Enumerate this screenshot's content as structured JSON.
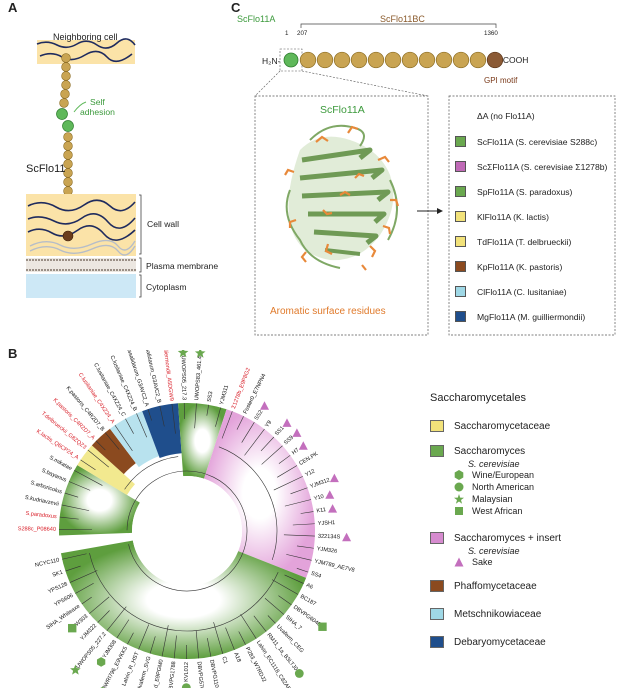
{
  "panels": {
    "a": "A",
    "b": "B",
    "c": "C"
  },
  "panel_a": {
    "neighboring_cell": "Neighboring cell",
    "self_adhesion_1": "Self",
    "self_adhesion_2": "adhesion",
    "protein": "ScFlo11",
    "cell_wall": "Cell wall",
    "plasma_membrane": "Plasma membrane",
    "cytoplasm": "Cytoplasm"
  },
  "panel_c": {
    "domain_a": "ScFlo11A",
    "domain_bc": "ScFlo11BC",
    "pos_1": "1",
    "pos_207": "207",
    "pos_1360": "1360",
    "n_term": "H₂N-",
    "c_term": "-COOH",
    "gpi": "GPI motif",
    "structure_title": "ScFlo11A",
    "aromatic": "Aromatic surface residues",
    "constructs": [
      {
        "label": "ΔA  (no Flo11A)",
        "color": ""
      },
      {
        "label": "ScFlo11A (S. cerevisiae S288c)",
        "color": "#6aa84f"
      },
      {
        "label": "ScΣFlo11A (S. cerevisiae Σ1278b)",
        "color": "#c06ab7"
      },
      {
        "label": "SpFlo11A (S. paradoxus)",
        "color": "#6aa84f"
      },
      {
        "label": "KlFlo11A (K. lactis)",
        "color": "#f2e27a"
      },
      {
        "label": "TdFlo11A (T. delbrueckii)",
        "color": "#f2e27a"
      },
      {
        "label": "KpFlo11A (K. pastoris)",
        "color": "#8b4a1f"
      },
      {
        "label": "ClFlo11A (C. lusitaniae)",
        "color": "#9fd8e6"
      },
      {
        "label": "MgFlo11A (M. guilliermondii)",
        "color": "#1f4e8c"
      }
    ]
  },
  "panel_b": {
    "order": "Saccharomycetales",
    "families": [
      {
        "label": "Saccharomycetaceae",
        "color": "#f2e27a"
      },
      {
        "label": "Saccharomyces",
        "color": "#6aa84f"
      },
      {
        "label": "Saccharomyces + insert",
        "color": "#d68bcf"
      },
      {
        "label": "Phaffomycetaceae",
        "color": "#8b4a1f"
      },
      {
        "label": "Metschnikowiaceae",
        "color": "#9fd8e6"
      },
      {
        "label": "Debaryomycetaceae",
        "color": "#1f4e8c"
      }
    ],
    "sc_subtitle": "S. cerevisiae",
    "subgroups": [
      "Wine/European",
      "North American",
      "Malaysian",
      "West African"
    ],
    "insert_subtitle": "S. cerevisiae",
    "insert_sub": "Sake",
    "leaves": [
      {
        "label": "S288c_P08640",
        "red": true
      },
      {
        "label": "S.paradoxus",
        "red": true
      },
      {
        "label": "S.kudriavzevii",
        "red": false
      },
      {
        "label": "S.arboricolus",
        "red": false
      },
      {
        "label": "S.bayanus",
        "red": false
      },
      {
        "label": "S.mikatae",
        "red": false
      },
      {
        "label": "K.lactis_Q6CP24_A",
        "red": true
      },
      {
        "label": "T.delbrueckii_G8ZQZ3",
        "red": true
      },
      {
        "label": "K.pastoris_C4R2D7_A",
        "red": true
      },
      {
        "label": "K.pastoris_C4R2D7_B",
        "red": false
      },
      {
        "label": "C.lusitaniae_C4XZ24_A",
        "red": true
      },
      {
        "label": "C.lusitaniae_C4XZ24_C",
        "red": false
      },
      {
        "label": "C.lusitaniae_C4XZ24_B",
        "red": false
      },
      {
        "label": "S.passalidarum_G3AVC2_A",
        "red": false
      },
      {
        "label": "S.passalidarum_G3AVC2_B",
        "red": false
      },
      {
        "label": "M.guilliermondii_A5DGW9",
        "red": true
      },
      {
        "label": "UWOPS05_217.3",
        "red": false
      },
      {
        "label": "UWOPS83_461.4",
        "red": false
      },
      {
        "label": "SS3",
        "red": false
      },
      {
        "label": "YJM311",
        "red": false
      },
      {
        "label": "Σ1278b_E9P8G2",
        "red": true
      },
      {
        "label": "Foster0_E7NPN4",
        "red": false
      },
      {
        "label": "SS2",
        "red": false
      },
      {
        "label": "Y9",
        "red": false
      },
      {
        "label": "SS1",
        "red": false
      },
      {
        "label": "SS9",
        "red": false
      },
      {
        "label": "H7",
        "red": false
      },
      {
        "label": "CEN.PK",
        "red": false
      },
      {
        "label": "Y12",
        "red": false
      },
      {
        "label": "YJM312",
        "red": false
      },
      {
        "label": "Y10",
        "red": false
      },
      {
        "label": "K11",
        "red": false
      },
      {
        "label": "YJSH1",
        "red": false
      },
      {
        "label": "322134S",
        "red": false
      },
      {
        "label": "YJM326",
        "red": false
      },
      {
        "label": "YJM789_AE7V8",
        "red": false
      },
      {
        "label": "SS4",
        "red": false
      },
      {
        "label": "A6",
        "red": false
      },
      {
        "label": "BC187",
        "red": false
      },
      {
        "label": "DBVPG6040",
        "red": false
      },
      {
        "label": "SIHA_7",
        "red": false
      },
      {
        "label": "Uvaferm_CEG",
        "red": false
      },
      {
        "label": "RM11_1a_B3LTJ0",
        "red": false
      },
      {
        "label": "Lalvin_EC1118_C8ZAR8",
        "red": false
      },
      {
        "label": "P283_W7RDJ2",
        "red": false
      },
      {
        "label": "A18",
        "red": false
      },
      {
        "label": "C1",
        "red": false
      },
      {
        "label": "DBVPG1106",
        "red": false
      },
      {
        "label": "DBVPG5765",
        "red": false
      },
      {
        "label": "KVL012",
        "red": false
      },
      {
        "label": "DBVPG1788",
        "red": false
      },
      {
        "label": "133d_E9PGM0",
        "red": false
      },
      {
        "label": "Uvaferm_SVG",
        "red": false
      },
      {
        "label": "Lalvin_R_HST",
        "red": false
      },
      {
        "label": "AWRI796_E9VKK5",
        "red": false
      },
      {
        "label": "YJM308",
        "red": false
      },
      {
        "label": "UWOPS05_227.2",
        "red": false
      },
      {
        "label": "YJM322",
        "red": false
      },
      {
        "label": "W303",
        "red": false
      },
      {
        "label": "SIHA_Whiteaxe",
        "red": false
      },
      {
        "label": "YPS606",
        "red": false
      },
      {
        "label": "YPS128",
        "red": false
      },
      {
        "label": "SK1",
        "red": false
      },
      {
        "label": "NCYC110",
        "red": false
      }
    ]
  }
}
